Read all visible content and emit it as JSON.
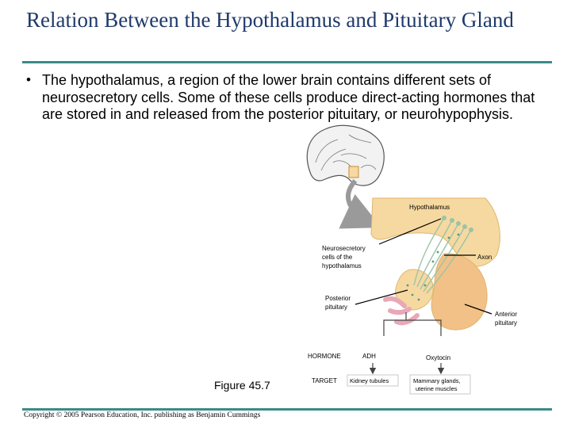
{
  "slide": {
    "title": "Relation Between the Hypothalamus and Pituitary Gland",
    "bullet": "The hypothalamus, a region of the lower brain contains different sets of neurosecretory cells. Some of these cells produce direct-acting hormones that are stored in and released from the posterior pituitary, or neurohypophysis.",
    "bullet_marker": "•",
    "figure_caption": "Figure 45.7",
    "copyright": "Copyright © 2005 Pearson Education, Inc. publishing as Benjamin Cummings",
    "accent_color": "#3a8a8a",
    "title_color": "#1f3a6b"
  },
  "diagram": {
    "labels": {
      "hypothalamus": "Hypothalamus",
      "neurosecretory_1": "Neurosecretory",
      "neurosecretory_2": "cells of the",
      "neurosecretory_3": "hypothalamus",
      "axon": "Axon",
      "posterior_1": "Posterior",
      "posterior_2": "pituitary",
      "anterior_1": "Anterior",
      "anterior_2": "pituitary",
      "hormone": "HORMONE",
      "adh": "ADH",
      "oxytocin": "Oxytocin",
      "target": "TARGET",
      "kidney": "Kidney tubules",
      "mammary_1": "Mammary glands,",
      "mammary_2": "uterine muscles"
    },
    "colors": {
      "tissue": "#f6d9a0",
      "tissue_edge": "#e0b56c",
      "anterior": "#f2c187",
      "neuron": "#9bc4a6",
      "vessel": "#e8a8b8",
      "arrow_gray": "#9a9a9a",
      "target_box": "#c8c8c8"
    }
  }
}
